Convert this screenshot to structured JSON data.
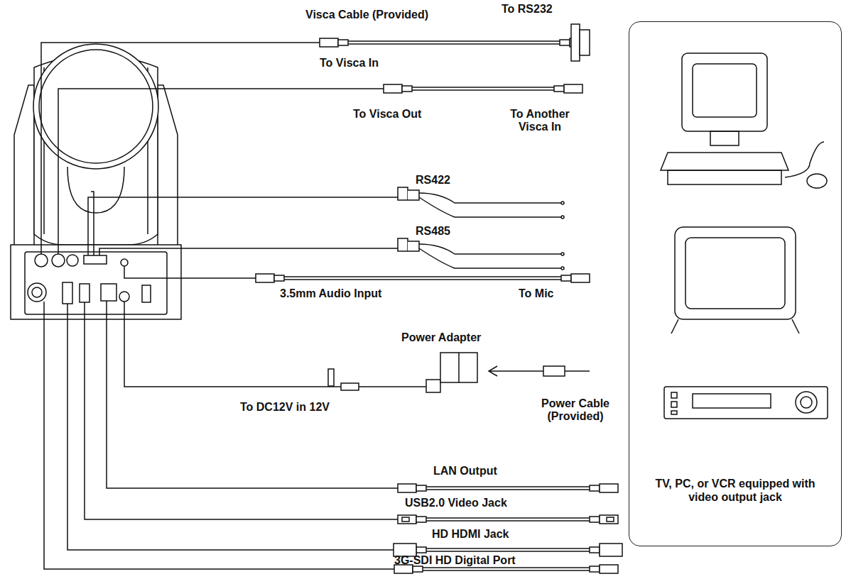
{
  "diagram": {
    "nodes": [
      {
        "text": [
          "TV, PC, or VCR equipped with video output jack"
        ]
      }
    ],
    "edges": [],
    "labels": [
      "Visca Cable (Provided)",
      "To RS232",
      "To Visca In",
      "To Visca Out",
      "To Another Visca In",
      "RS422",
      "RS485",
      "3.5mm Audio Input",
      "To Mic",
      "Power Adapter",
      "To DC12V in 12V",
      "Power Cable (Provided)",
      "LAN Output",
      "USB2.0 Video Jack",
      "HD HDMI Jack",
      "3G-SDI HD Digital Port"
    ]
  }
}
